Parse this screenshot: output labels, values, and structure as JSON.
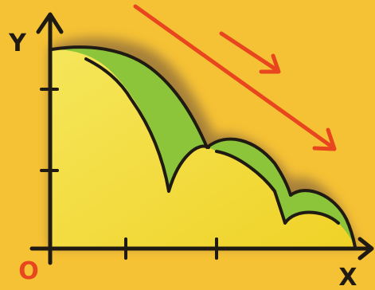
{
  "labels": {
    "y_axis": "Y",
    "x_axis": "X",
    "origin": "O"
  },
  "colors": {
    "background": "#F6C235",
    "yellow_fill": "#F2DB2A",
    "yellow_fill_light": "#F5E04A",
    "green_fill": "#8CC53A",
    "outline": "#1F1A12",
    "shadow": "#8C6A3A",
    "arrow": "#E8461E",
    "origin_label": "#E8461E"
  },
  "icons": [
    "downward-trend-arrow-icon"
  ]
}
